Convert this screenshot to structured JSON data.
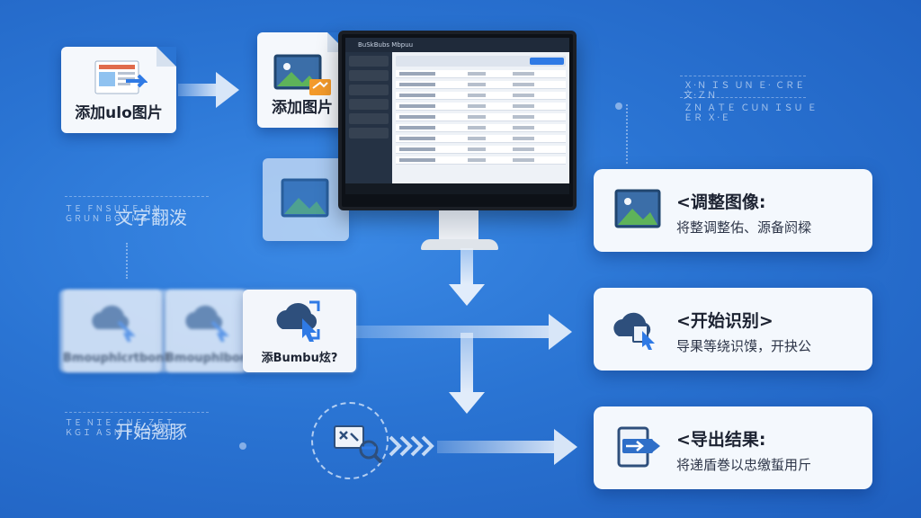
{
  "top_left_doc": {
    "label": "添加ulo图片"
  },
  "second_doc": {
    "label": "添加图片"
  },
  "monitor": {
    "window_title": "BuSkBubs Mbpuu"
  },
  "top_right_text": {
    "line1": "Ｘ·Ｎ ＩＳ ＵＮ Ｅ·  ＣＲＥ  文·ＺＮ",
    "line2": "ＺＮ ＡＴＥ ＣＵＮ ＩＳＵ ＥＥＲ Ｘ·Ｅ"
  },
  "left_mid": {
    "small": "ＴＥ ＦＮＳＵＴＥ ＢＮ\nＧＲＵＮ ＢＧＵＭＥ",
    "big": "文字翻泼"
  },
  "left_bottom": {
    "small": "ＴＥ ＮＩＥ ＣＮＥ ＺＦＩ\nＫＧＩ ＡＳＮ ＥＣＨ ＦＩ",
    "big": "开始翘豚"
  },
  "strip": {
    "tile1": "Bmouphlcrtbonl",
    "tile2": "Bmouphlbonl",
    "tile3": "添Bumbu炫?"
  },
  "steps": [
    {
      "title": "<调整图像:",
      "desc": "将整调整佑、源备阏樑"
    },
    {
      "title": "<开始识别>",
      "desc": "导果等绕识馍，开抉公"
    },
    {
      "title": "<导出结果:",
      "desc": "将递盾巻以忠缴蜇用斤"
    }
  ]
}
